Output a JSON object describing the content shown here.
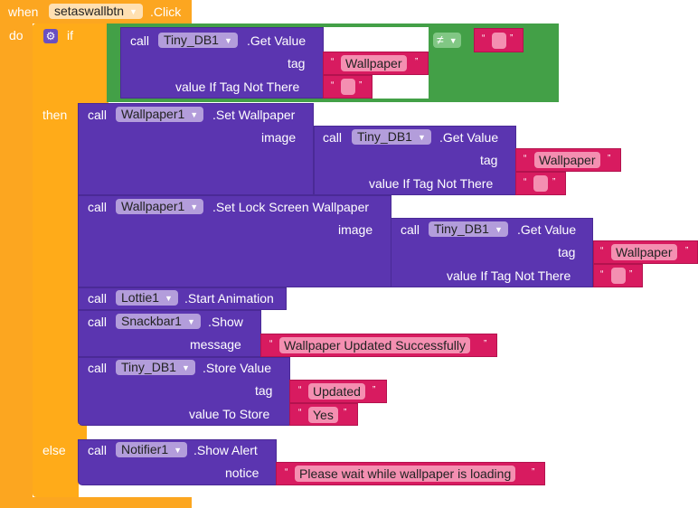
{
  "event": {
    "when": "when",
    "component": "setaswallbtn",
    "event": ".Click",
    "do": "do"
  },
  "if_block": {
    "if": "if",
    "then": "then",
    "else": "else"
  },
  "condition": {
    "call": "call",
    "component": "Tiny_DB1",
    "method": ".Get Value",
    "tag_label": "tag",
    "tag_value": "Wallpaper",
    "default_label": "value If Tag Not There",
    "default_value": "",
    "operator": "≠",
    "compare_value": ""
  },
  "set_wallpaper": {
    "call": "call",
    "component": "Wallpaper1",
    "method": ".Set Wallpaper",
    "image_label": "image",
    "inner": {
      "call": "call",
      "component": "Tiny_DB1",
      "method": ".Get Value",
      "tag_label": "tag",
      "tag_value": "Wallpaper",
      "default_label": "value If Tag Not There",
      "default_value": ""
    }
  },
  "set_lock": {
    "call": "call",
    "component": "Wallpaper1",
    "method": ".Set Lock Screen Wallpaper",
    "image_label": "image",
    "inner": {
      "call": "call",
      "component": "Tiny_DB1",
      "method": ".Get Value",
      "tag_label": "tag",
      "tag_value": "Wallpaper",
      "default_label": "value If Tag Not There",
      "default_value": ""
    }
  },
  "lottie": {
    "call": "call",
    "component": "Lottie1",
    "method": ".Start Animation"
  },
  "snackbar": {
    "call": "call",
    "component": "Snackbar1",
    "method": ".Show",
    "message_label": "message",
    "message_value": "Wallpaper Updated Successfully"
  },
  "store": {
    "call": "call",
    "component": "Tiny_DB1",
    "method": ".Store Value",
    "tag_label": "tag",
    "tag_value": "Updated",
    "value_label": "value To Store",
    "value_value": "Yes"
  },
  "notifier": {
    "call": "call",
    "component": "Notifier1",
    "method": ".Show Alert",
    "notice_label": "notice",
    "notice_value": "Please wait while wallpaper is loading"
  },
  "quotes": {
    "open": "“",
    "close": "”"
  },
  "colors": {
    "event": "#fca620",
    "control": "#ffab19",
    "logic": "#43a047",
    "component": "#5b35b0",
    "text": "#d81b60"
  }
}
